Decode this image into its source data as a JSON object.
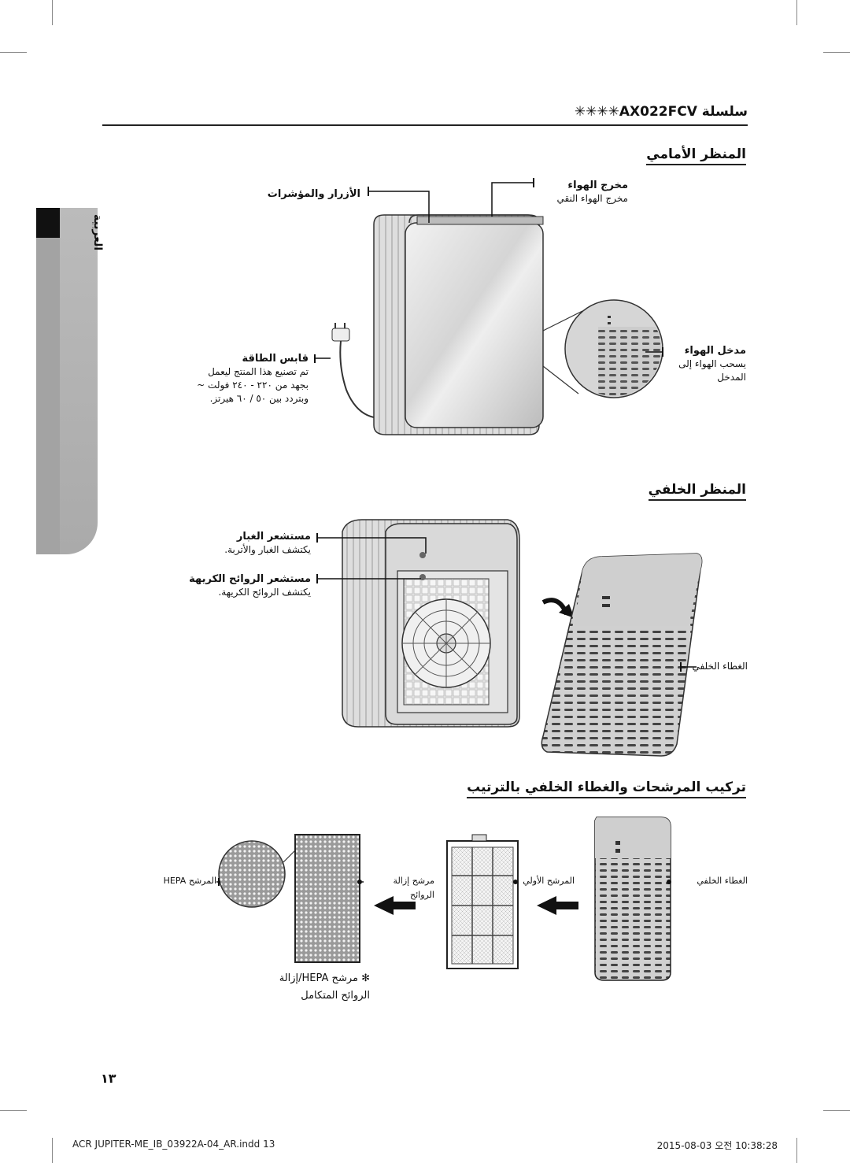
{
  "series_title": "سلسلة AX022FCV✳✳✳✳",
  "side_tab": "العربية",
  "sections": {
    "front": "المنظر الأمامي",
    "rear": "المنظر الخلفي",
    "assembly": "تركيب المرشحات والغطاء الخلفي بالترتيب"
  },
  "front": {
    "buttons_title": "الأزرار والمؤشرات",
    "outlet_title": "مخرج الهواء",
    "outlet_desc": "مخرج الهواء النقي",
    "plug_title": "قابس الطاقة",
    "plug_desc1": "تم تصنيع هذا المنتج ليعمل",
    "plug_desc2": "بجهد من ٢٢٠ - ٢٤٠ فولت ~",
    "plug_desc3": "وبتردد بين ٥٠ / ٦٠ هيرتز.",
    "inlet_title": "مدخل الهواء",
    "inlet_desc1": "يسحب الهواء إلى",
    "inlet_desc2": "المدخل"
  },
  "rear": {
    "dust_title": "مستشعر الغبار",
    "dust_desc": "يكتشف الغبار والأتربة.",
    "odor_title": "مستشعر الروائح الكريهة",
    "odor_desc": "يكتشف الروائح الكريهة.",
    "cover": "الغطاء الخلفي"
  },
  "assembly": {
    "hepa": "المرشح HEPA",
    "deodor1": "مرشح إزالة",
    "deodor2": "الروائح",
    "pre": "المرشح الأولي",
    "cover": "الغطاء الخلفي",
    "note1": "✻ مرشح HEPA/إزالة",
    "note2": "الروائح المتكامل"
  },
  "page_number": "١٣",
  "footer": {
    "file": "ACR JUPITER-ME_IB_03922A-04_AR.indd   13",
    "date": "2015-08-03   오전 10:38:28"
  }
}
